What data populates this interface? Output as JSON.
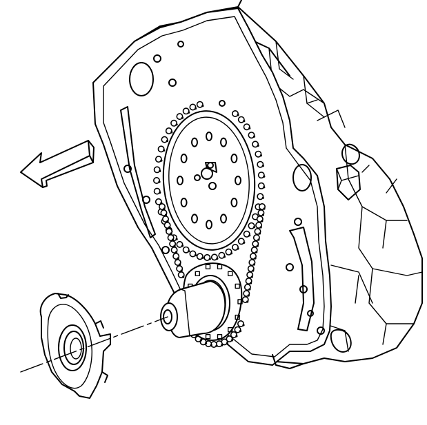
{
  "figure": {
    "type": "technical-line-drawing",
    "subject": "engine-front-timing-chain-and-seal",
    "parts": [
      {
        "name": "engine-block-front",
        "icon": "engine-block-icon"
      },
      {
        "name": "camshaft-sprocket",
        "icon": "sprocket-icon"
      },
      {
        "name": "timing-chain",
        "icon": "chain-icon"
      },
      {
        "name": "crankshaft-sprocket",
        "icon": "sprocket-icon"
      },
      {
        "name": "crankshaft-nose",
        "icon": "shaft-icon"
      },
      {
        "name": "front-crankshaft-seal",
        "icon": "seal-icon"
      },
      {
        "name": "direction-arrow",
        "icon": "arrow-left-icon"
      }
    ],
    "colors": {
      "line": "#000000",
      "background": "#ffffff"
    }
  }
}
